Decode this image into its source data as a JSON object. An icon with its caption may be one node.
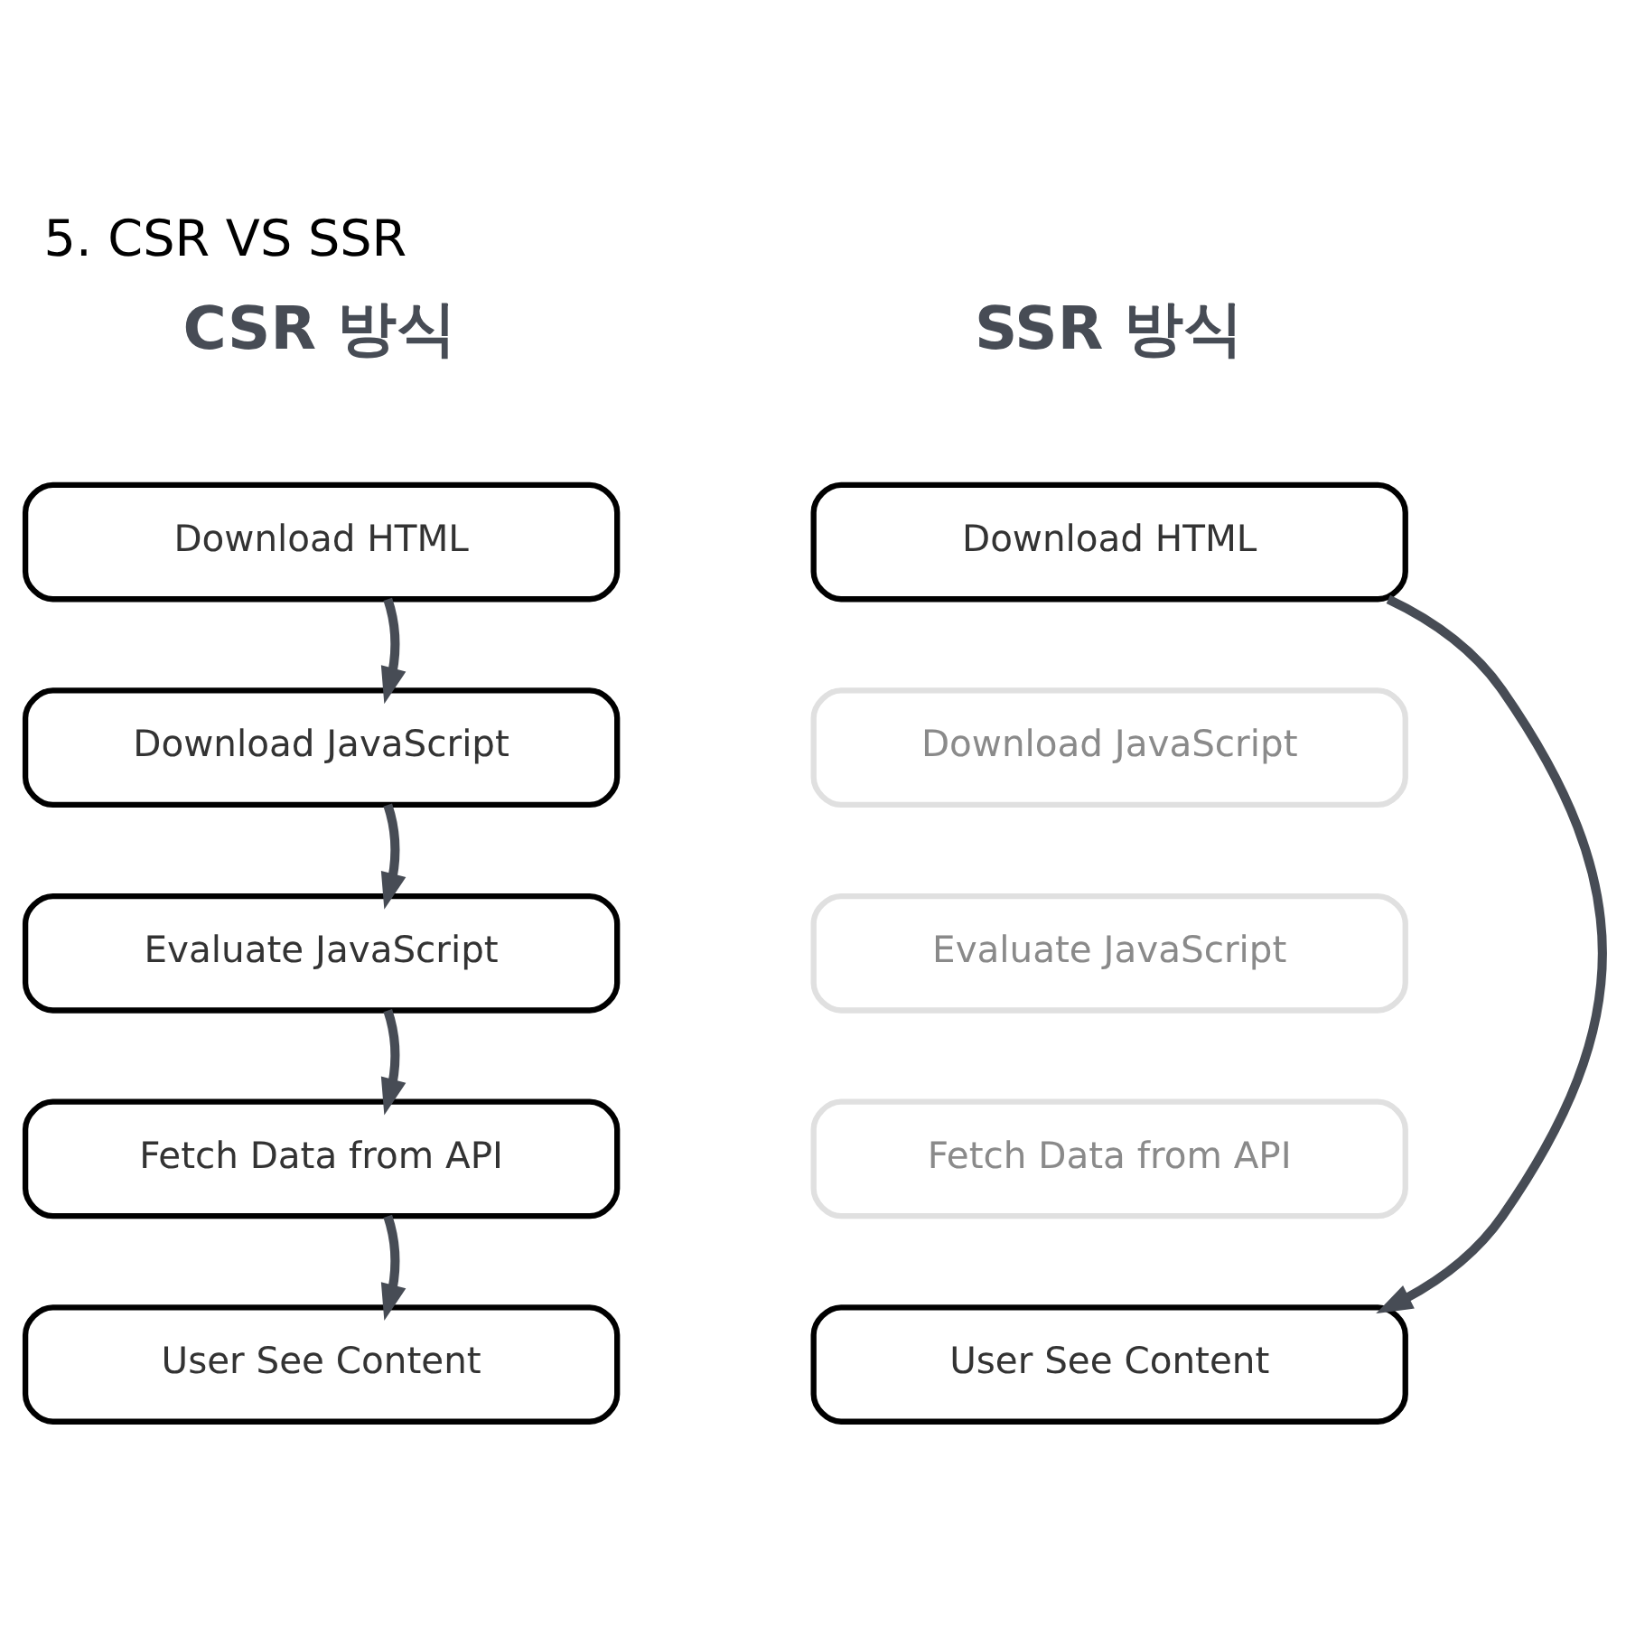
{
  "diagram": {
    "title": "5. CSR VS SSR",
    "nodes": [
      {
        "text": [
          "Download HTML"
        ]
      },
      {
        "text": [
          "Download JavaScript"
        ]
      },
      {
        "text": [
          "Evaluate JavaScript"
        ]
      },
      {
        "text": [
          "Fetch Data from API"
        ]
      },
      {
        "text": [
          "User See Content"
        ]
      },
      {
        "text": [
          "Download HTML"
        ]
      },
      {
        "text": [
          "Download JavaScript"
        ]
      },
      {
        "text": [
          "Evaluate JavaScript"
        ]
      },
      {
        "text": [
          "Fetch Data from API"
        ]
      },
      {
        "text": [
          "User See Content"
        ]
      }
    ],
    "edges": [
      {
        "from": 0,
        "to": 1,
        "arrow": "to"
      },
      {
        "from": 1,
        "to": 2,
        "arrow": "to"
      },
      {
        "from": 2,
        "to": 3,
        "arrow": "to"
      },
      {
        "from": 3,
        "to": 4,
        "arrow": "to"
      },
      {
        "from": 5,
        "to": 9,
        "arrow": "to"
      }
    ],
    "labels": [
      "CSR 방식",
      "SSR 방식"
    ]
  }
}
